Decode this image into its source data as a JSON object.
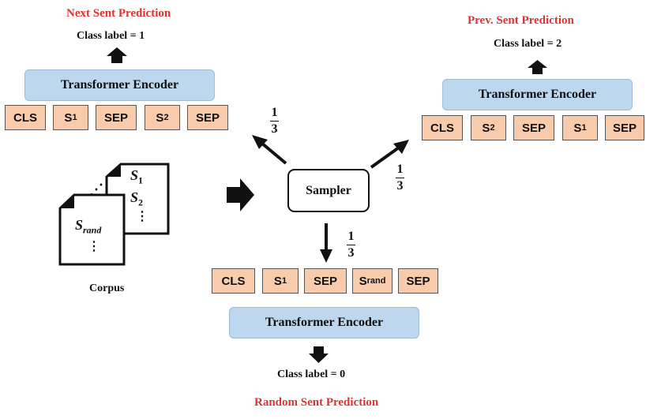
{
  "panels": {
    "next": {
      "title": "Next Sent Prediction",
      "class_label": "Class label = 1",
      "encoder": "Transformer Encoder",
      "tokens": [
        "CLS",
        "S",
        "SEP",
        "S",
        "SEP"
      ],
      "subs": [
        "",
        "1",
        "",
        "2",
        ""
      ]
    },
    "prev": {
      "title": "Prev. Sent Prediction",
      "class_label": "Class label = 2",
      "encoder": "Transformer Encoder",
      "tokens": [
        "CLS",
        "S",
        "SEP",
        "S",
        "SEP"
      ],
      "subs": [
        "",
        "2",
        "",
        "1",
        ""
      ]
    },
    "random": {
      "title": "Random Sent Prediction",
      "class_label": "Class label = 0",
      "encoder": "Transformer Encoder",
      "tokens": [
        "CLS",
        "S",
        "SEP",
        "S",
        "SEP"
      ],
      "subs": [
        "",
        "1",
        "",
        "rand",
        ""
      ]
    }
  },
  "sampler": "Sampler",
  "probability": {
    "num": "1",
    "den": "3"
  },
  "corpus": {
    "label": "Corpus",
    "front_doc": {
      "symbol": "S",
      "sub": "rand"
    },
    "back_doc": {
      "symbol": "S",
      "subs": [
        "1",
        "2"
      ]
    }
  },
  "colors": {
    "title": "#e03030",
    "encoder_fill": "#bdd7ee",
    "token_fill": "#f8cbad"
  }
}
